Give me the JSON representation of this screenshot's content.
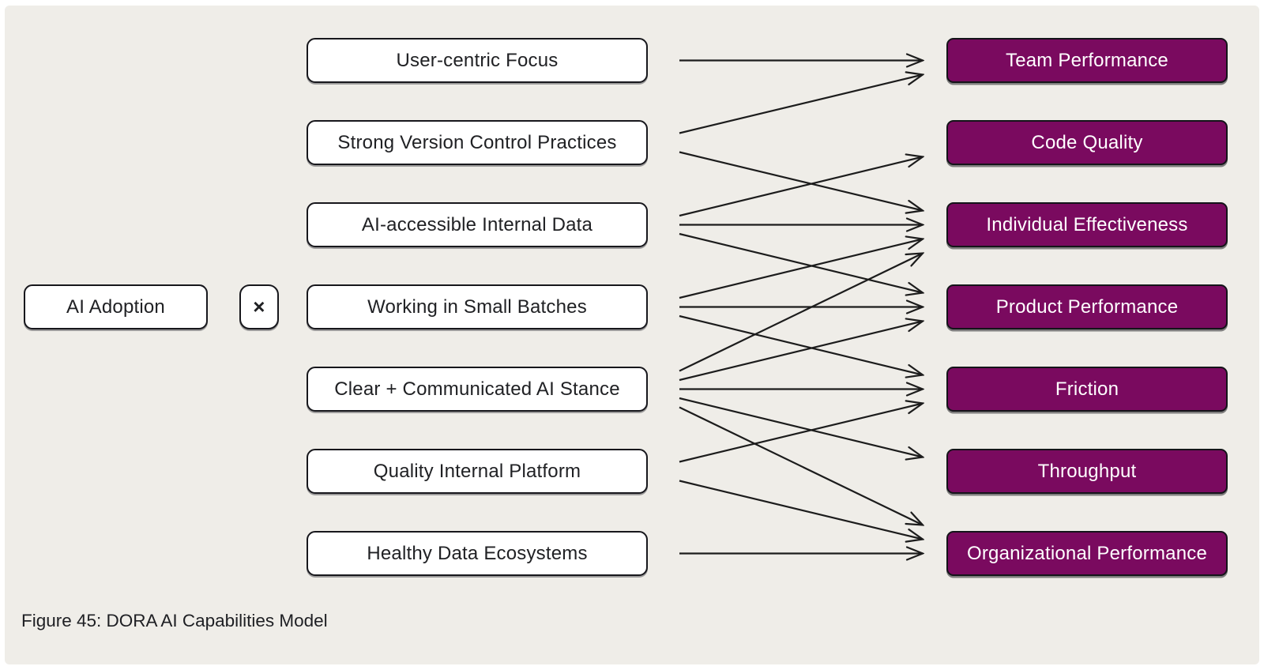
{
  "figure": {
    "caption": "Figure 45: DORA AI Capabilities Model"
  },
  "model": {
    "adoption_label": "AI Adoption",
    "multiply_symbol": "×",
    "capabilities": [
      "User-centric Focus",
      "Strong Version Control Practices",
      "AI-accessible Internal Data",
      "Working in Small Batches",
      "Clear + Communicated AI Stance",
      "Quality Internal Platform",
      "Healthy Data Ecosystems"
    ],
    "outcomes": [
      "Team Performance",
      "Code Quality",
      "Individual Effectiveness",
      "Product Performance",
      "Friction",
      "Throughput",
      "Organizational Performance"
    ],
    "edges": [
      {
        "from": "User-centric Focus",
        "to": "Team Performance"
      },
      {
        "from": "Strong Version Control Practices",
        "to": "Team Performance"
      },
      {
        "from": "Strong Version Control Practices",
        "to": "Individual Effectiveness"
      },
      {
        "from": "AI-accessible Internal Data",
        "to": "Code Quality"
      },
      {
        "from": "AI-accessible Internal Data",
        "to": "Individual Effectiveness"
      },
      {
        "from": "AI-accessible Internal Data",
        "to": "Product Performance"
      },
      {
        "from": "Working in Small Batches",
        "to": "Individual Effectiveness"
      },
      {
        "from": "Working in Small Batches",
        "to": "Product Performance"
      },
      {
        "from": "Working in Small Batches",
        "to": "Friction"
      },
      {
        "from": "Clear + Communicated AI Stance",
        "to": "Individual Effectiveness"
      },
      {
        "from": "Clear + Communicated AI Stance",
        "to": "Product Performance"
      },
      {
        "from": "Clear + Communicated AI Stance",
        "to": "Friction"
      },
      {
        "from": "Clear + Communicated AI Stance",
        "to": "Throughput"
      },
      {
        "from": "Clear + Communicated AI Stance",
        "to": "Organizational Performance"
      },
      {
        "from": "Quality Internal Platform",
        "to": "Friction"
      },
      {
        "from": "Quality Internal Platform",
        "to": "Organizational Performance"
      },
      {
        "from": "Healthy Data Ecosystems",
        "to": "Organizational Performance"
      }
    ]
  },
  "colors": {
    "background": "#efede8",
    "capability_fill": "#ffffff",
    "outcome_fill": "#7a0a5f",
    "outcome_text": "#ffffff",
    "text": "#202124",
    "line": "#1c1c1c"
  }
}
